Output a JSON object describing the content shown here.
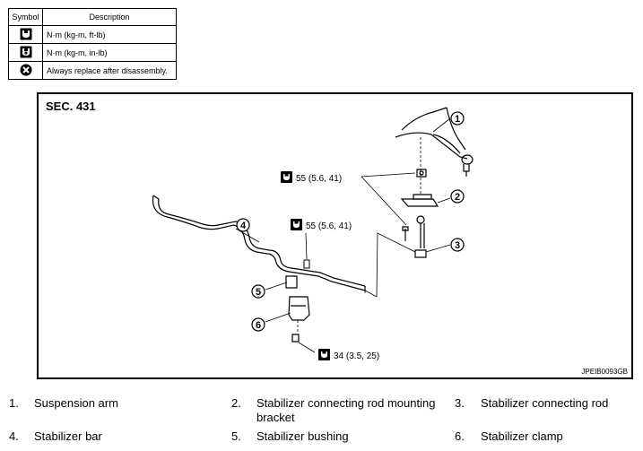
{
  "legend": {
    "header_symbol": "Symbol",
    "header_description": "Description",
    "rows": [
      {
        "icon": "torque-wrench-icon",
        "description": "N·m (kg-m, ft-lb)"
      },
      {
        "icon": "torque-wrench-small-icon",
        "description": "N·m (kg-m, in-lb)"
      },
      {
        "icon": "always-replace-icon",
        "description": "Always replace after disassembly."
      }
    ]
  },
  "diagram": {
    "section": "SEC. 431",
    "code": "JPEIB0093GB",
    "torques": [
      {
        "value": "55 (5.6, 41)"
      },
      {
        "value": "55 (5.6, 41)"
      },
      {
        "value": "34 (3.5, 25)"
      }
    ],
    "callouts": [
      "1",
      "2",
      "3",
      "4",
      "5",
      "6"
    ]
  },
  "parts": [
    {
      "num": "1.",
      "name": "Suspension arm"
    },
    {
      "num": "2.",
      "name": "Stabilizer connecting rod mounting bracket"
    },
    {
      "num": "3.",
      "name": "Stabilizer connecting rod"
    },
    {
      "num": "4.",
      "name": "Stabilizer bar"
    },
    {
      "num": "5.",
      "name": "Stabilizer bushing"
    },
    {
      "num": "6.",
      "name": "Stabilizer clamp"
    }
  ]
}
